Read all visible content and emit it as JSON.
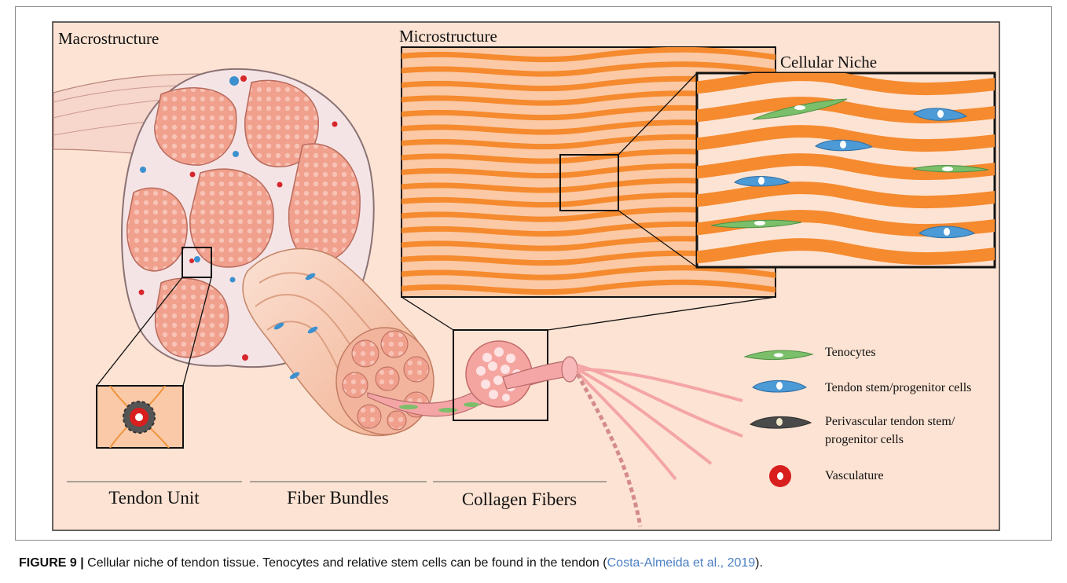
{
  "panels": {
    "macro": "Macrostructure",
    "micro": "Microstructure",
    "niche": "Cellular Niche"
  },
  "scale_labels": [
    "Tendon Unit",
    "Fiber Bundles",
    "Collagen Fibers"
  ],
  "legend": [
    {
      "label": "Tenocytes",
      "icon": "tenocyte-icon",
      "color": "#7bbf6a"
    },
    {
      "label": "Tendon stem/progenitor cells",
      "icon": "stem-cell-icon",
      "color": "#4c9ad6"
    },
    {
      "label_line1": "Perivascular tendon stem/",
      "label_line2": "progenitor cells",
      "icon": "perivascular-cell-icon",
      "color": "#4a4a4a"
    },
    {
      "label": "Vasculature",
      "icon": "vasculature-icon",
      "color": "#d91e1e"
    }
  ],
  "caption": {
    "figure": "FIGURE 9 |",
    "text": " Cellular niche of tendon tissue. Tenocytes and relative stem cells can be found in the tendon (",
    "citation": "Costa-Almeida et al., 2019",
    "end": ")."
  },
  "colors": {
    "background": "#fde3d3",
    "fiber": "#f58a2f",
    "tissue": "#f2a48f",
    "sheath": "#f4dada"
  }
}
